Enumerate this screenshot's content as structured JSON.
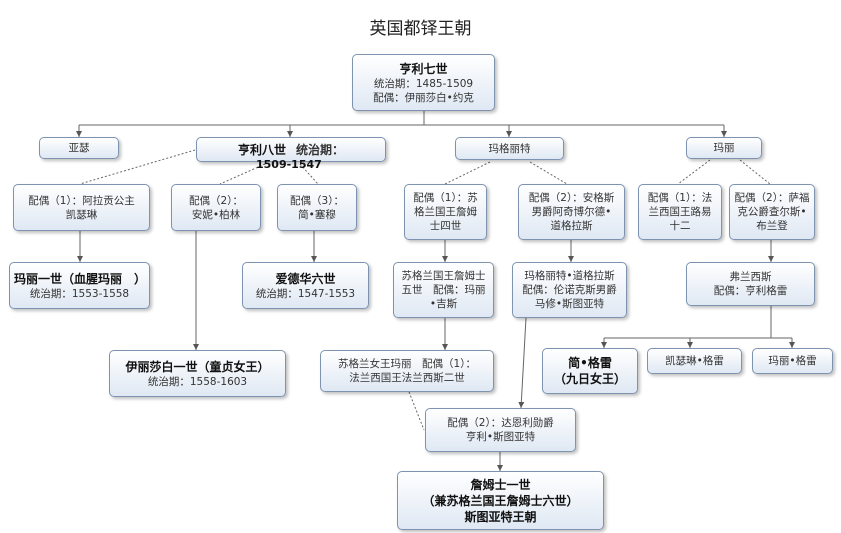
{
  "title": "英国都铎王朝",
  "nodes": {
    "henry7": {
      "name": "亨利七世",
      "lines": [
        "统治期：1485-1509",
        "配偶：伊丽莎白•约克"
      ]
    },
    "arthur": {
      "lines": [
        "亚瑟"
      ]
    },
    "henry8": {
      "name": "亨利八世",
      "lines": [
        "统治期：",
        "1509-1547"
      ]
    },
    "margaret": {
      "lines": [
        "玛格丽特"
      ]
    },
    "mary": {
      "lines": [
        "玛丽"
      ]
    },
    "spouse_h8_1": {
      "lines": [
        "配偶（1）：阿拉贡公主",
        "凯瑟琳"
      ]
    },
    "spouse_h8_2": {
      "lines": [
        "配偶（2）：",
        "安妮•柏林"
      ]
    },
    "spouse_h8_3": {
      "lines": [
        "配偶（3）：",
        "简•塞穆"
      ]
    },
    "spouse_mg_1": {
      "lines": [
        "配偶（1）：苏",
        "格兰国王詹姆",
        "士四世"
      ]
    },
    "spouse_mg_2": {
      "lines": [
        "配偶（2）：安格斯",
        "男爵阿奇博尔德•",
        "道格拉斯"
      ]
    },
    "spouse_mr_1": {
      "lines": [
        "配偶（1）：法",
        "兰西国王路易",
        "十二"
      ]
    },
    "spouse_mr_2": {
      "lines": [
        "配偶（2）：萨福",
        "克公爵查尔斯•",
        "布兰登"
      ]
    },
    "mary1": {
      "name": "玛丽一世（血腥玛丽　）",
      "lines": [
        "统治期：1553-1558"
      ]
    },
    "edward6": {
      "name": "爱德华六世",
      "lines": [
        "统治期：1547-1553"
      ]
    },
    "james5": {
      "lines": [
        "苏格兰国王詹姆士",
        "五世　配偶：玛丽",
        "•吉斯"
      ]
    },
    "mdouglas": {
      "lines": [
        "玛格丽特•道格拉斯",
        "配偶：伦诺克斯男爵",
        "马修•斯图亚特"
      ]
    },
    "frances": {
      "lines": [
        "弗兰西斯",
        "配偶：亨利格雷"
      ]
    },
    "elizabeth1": {
      "name": "伊丽莎白一世（童贞女王）",
      "lines": [
        "统治期：1558-1603"
      ]
    },
    "maryqs": {
      "lines": [
        "苏格兰女王玛丽　配偶（1）：",
        "法兰西国王法兰西斯二世"
      ]
    },
    "janegrey": {
      "name": "简•格雷",
      "name2": "（九日女王）"
    },
    "catherinegrey": {
      "lines": [
        "凯瑟琳•格雷"
      ]
    },
    "marygrey": {
      "lines": [
        "玛丽•格雷"
      ]
    },
    "darnley": {
      "lines": [
        "配偶（2）：达恩利勋爵",
        "亨利•斯图亚特"
      ]
    },
    "james1": {
      "name": "詹姆士一世",
      "name2": "（兼苏格兰国王詹姆士六世）",
      "name3": "斯图亚特王朝"
    }
  },
  "colors": {
    "border": "#7e93b0",
    "fill_top": "#ffffff",
    "fill_bottom": "#dfe8f3",
    "line": "#666666"
  }
}
